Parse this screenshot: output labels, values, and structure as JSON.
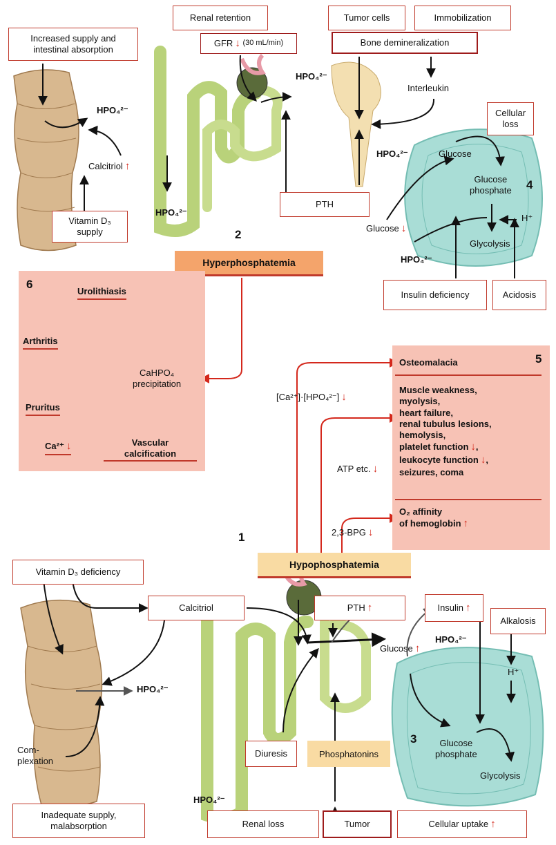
{
  "hyper": {
    "title": "Hyperphosphatemia",
    "increased_supply_line1": "Increased supply and",
    "increased_supply_line2": "intestinal absorption",
    "renal_retention": "Renal retention",
    "gfr": "GFR",
    "gfr_value": "(30 mL/min)",
    "tumor_cells": "Tumor cells",
    "immobilization": "Immobilization",
    "bone_demineralization": "Bone demineralization",
    "interleukin": "Interleukin",
    "cellular_loss_line1": "Cellular",
    "cellular_loss_line2": "loss",
    "calcitriol": "Calcitriol",
    "vitd3_supply_line1": "Vitamin D₃",
    "vitd3_supply_line2": "supply",
    "pth": "PTH",
    "glucose": "Glucose",
    "glucose_phosphate_line1": "Glucose",
    "glucose_phosphate_line2": "phosphate",
    "h_plus": "H⁺",
    "glycolysis": "Glycolysis",
    "glucose_down": "Glucose",
    "insulin_deficiency": "Insulin deficiency",
    "acidosis": "Acidosis"
  },
  "hpo4": "HPO₄²⁻",
  "numbers": [
    "1",
    "2",
    "3",
    "4",
    "5",
    "6"
  ],
  "panel6": {
    "urolithiasis": "Urolithiasis",
    "arthritis": "Arthritis",
    "pruritus": "Pruritus",
    "ca": "Ca²⁺",
    "vascular_line1": "Vascular",
    "vascular_line2": "calcification",
    "cahpo4_line1": "CaHPO₄",
    "cahpo4_line2": "precipitation"
  },
  "panel5": {
    "osteomalacia": "Osteomalacia",
    "muscle": [
      "Muscle weakness,",
      "myolysis,",
      "heart failure,",
      "renal tubulus lesions,",
      "hemolysis,"
    ],
    "platelet": "platelet function",
    "leukocyte": "leukocyte function",
    "seizures": "seizures, coma",
    "o2_line1": "O₂ affinity",
    "o2_line2": "of hemoglobin"
  },
  "hypo": {
    "title": "Hypophosphatemia",
    "ca_product": "[Ca²⁺]·[HPO₄²⁻]",
    "atp": "ATP etc.",
    "bpg": "2,3-BPG",
    "vitd3_deficiency": "Vitamin D₃ deficiency",
    "calcitriol": "Calcitriol",
    "pth": "PTH",
    "insulin": "Insulin",
    "alkalosis": "Alkalosis",
    "glucose": "Glucose",
    "h_plus": "H⁺",
    "glucose_phosphate_line1": "Glucose",
    "glucose_phosphate_line2": "phosphate",
    "glycolysis": "Glycolysis",
    "complexation_line1": "Com-",
    "complexation_line2": "plexation",
    "diuresis": "Diuresis",
    "phosphatonins": "Phosphatonins",
    "inadequate_line1": "Inadequate supply,",
    "inadequate_line2": "malabsorption",
    "renal_loss": "Renal loss",
    "tumor": "Tumor",
    "cellular_uptake": "Cellular uptake"
  },
  "colors": {
    "arrow_red": "#d4281c",
    "panel": "#f7c2b5",
    "hyper_band": "#f4a46b",
    "hypo_band": "#f9dba3",
    "cell": "#a9ddd6",
    "intestine": "#d2b48c",
    "kidney": "#b8d27a"
  }
}
